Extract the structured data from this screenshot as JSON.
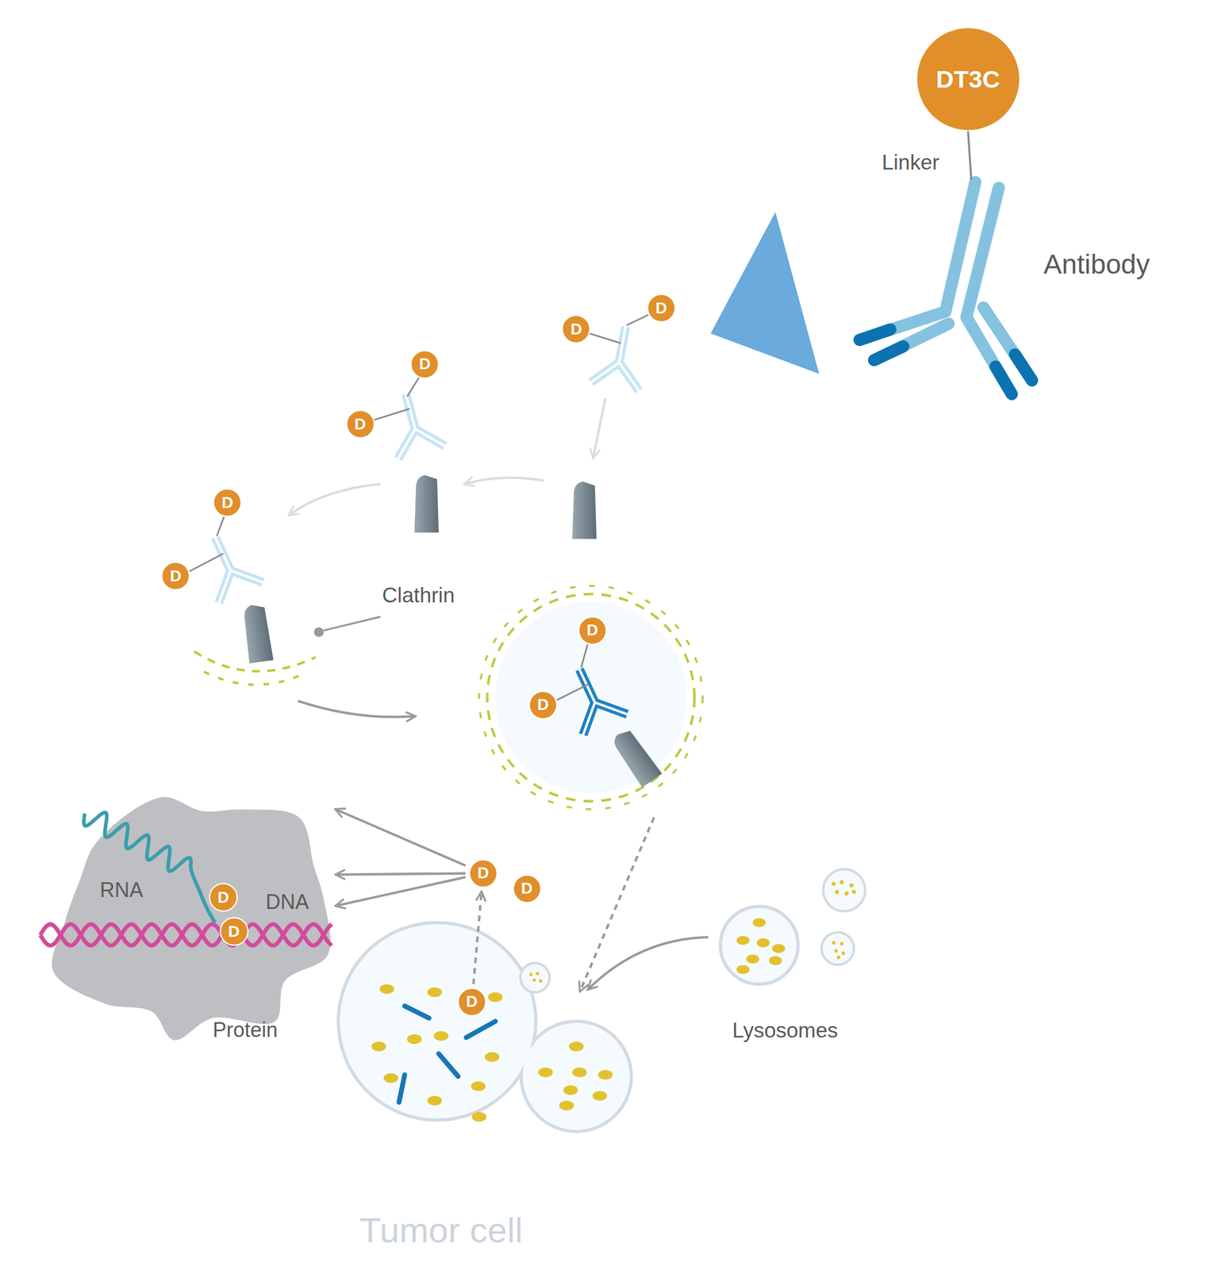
{
  "diagram": {
    "nodes": [
      {
        "text": [
          "Linker",
          "Antibody"
        ]
      },
      {
        "text": [
          "DT3C"
        ],
        "in": 0
      },
      {
        "text": [
          "Tumor cell"
        ]
      },
      {
        "text": [
          "D"
        ]
      },
      {
        "text": [
          "D"
        ]
      },
      {
        "text": [
          "D"
        ]
      },
      {
        "text": [
          "D"
        ]
      },
      {
        "text": [
          "D"
        ]
      },
      {
        "text": [
          "D"
        ]
      },
      {
        "text": [
          "D"
        ],
        "in": 2
      },
      {
        "text": [
          "D"
        ],
        "in": 2
      },
      {
        "text": [
          "RNA",
          "DNA",
          "Protein"
        ],
        "in": 2
      },
      {
        "text": [
          "D"
        ],
        "in": 11
      },
      {
        "text": [
          "D"
        ],
        "in": 11
      },
      {
        "text": [
          "D"
        ],
        "in": 2
      },
      {
        "text": [
          "D"
        ],
        "in": 2
      },
      {
        "text": [
          "D"
        ],
        "in": 2
      }
    ],
    "edges": [
      {
        "from": 14,
        "to": 11,
        "arrow": "to"
      },
      {
        "from": 14,
        "to": 11,
        "arrow": "to"
      },
      {
        "from": 14,
        "to": 11,
        "arrow": "to"
      },
      {
        "from": 16,
        "to": 14,
        "arrow": "to"
      }
    ],
    "labels": [
      "Clathrin",
      "Lysosomes"
    ]
  }
}
